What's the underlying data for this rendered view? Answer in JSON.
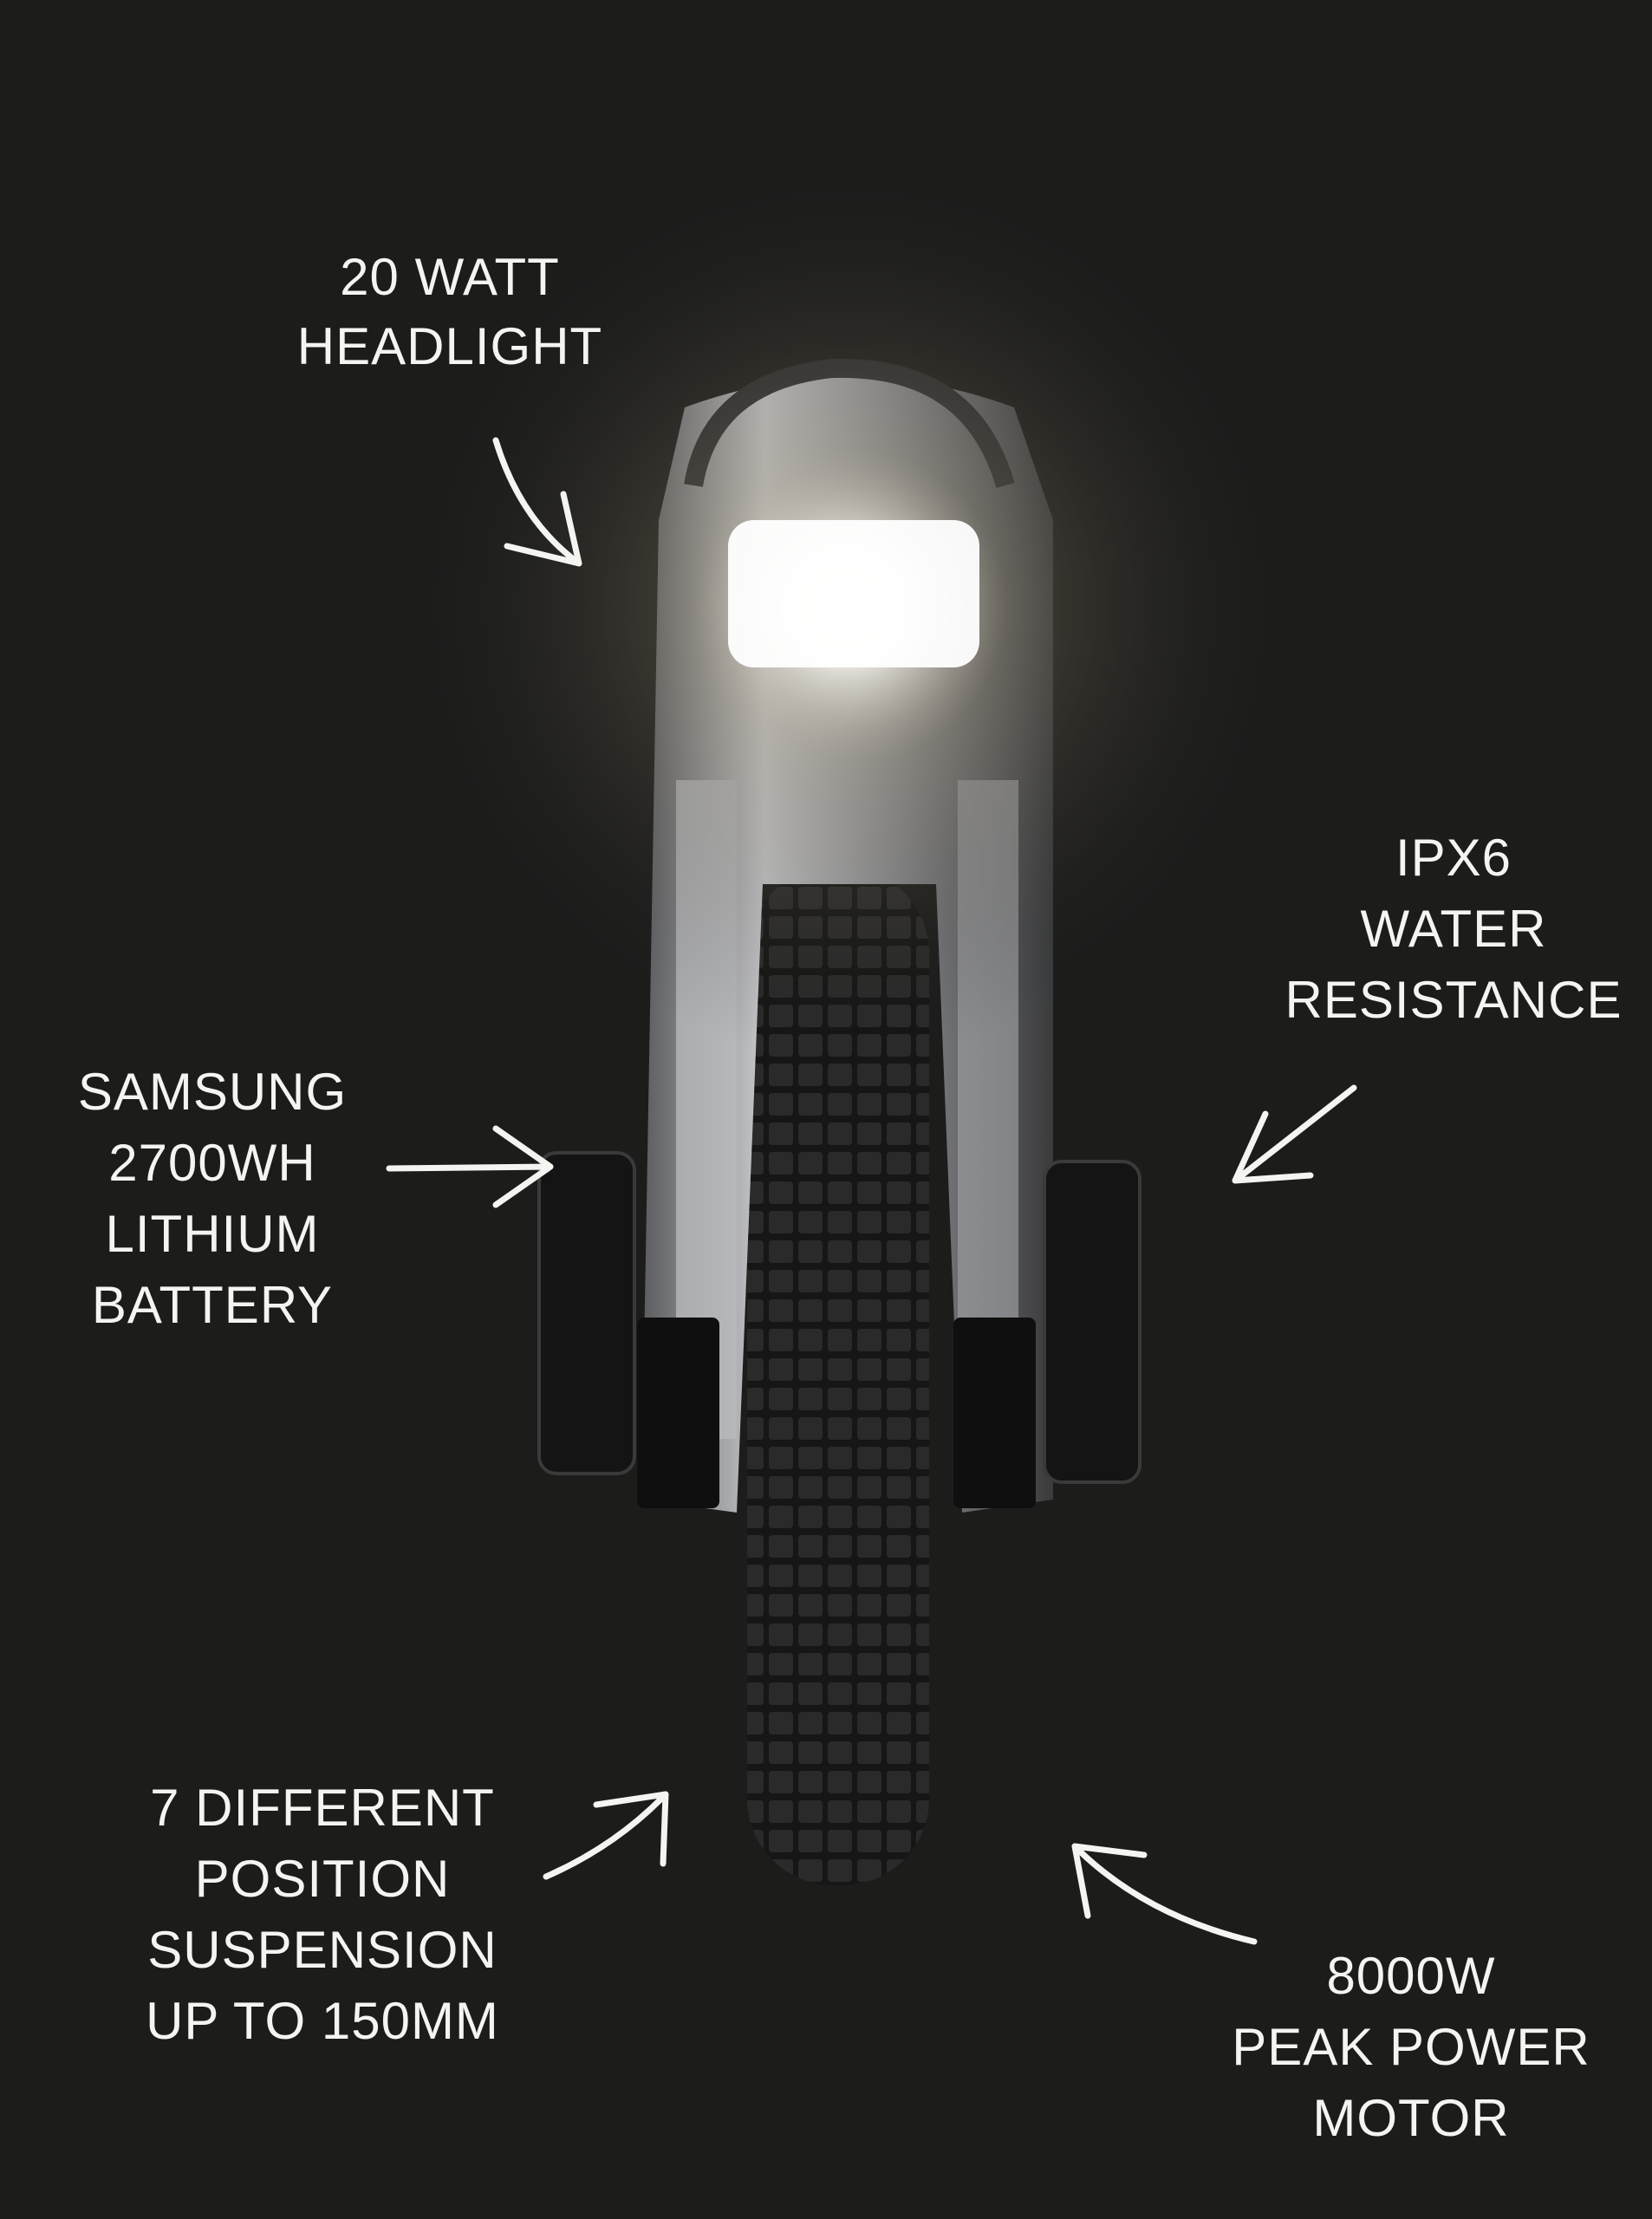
{
  "background_color": "#1c1c1b",
  "callouts": {
    "headlight": [
      "20 WATT",
      "HEADLIGHT"
    ],
    "water": [
      "IPX6",
      "WATER",
      "RESISTANCE"
    ],
    "battery": [
      "SAMSUNG",
      "2700WH",
      "LITHIUM",
      "BATTERY"
    ],
    "suspension": [
      "7 DIFFERENT",
      "POSITION",
      "SUSPENSION",
      "UP TO 150MM"
    ],
    "motor": [
      "8000W",
      "PEAK POWER",
      "MOTOR"
    ]
  }
}
